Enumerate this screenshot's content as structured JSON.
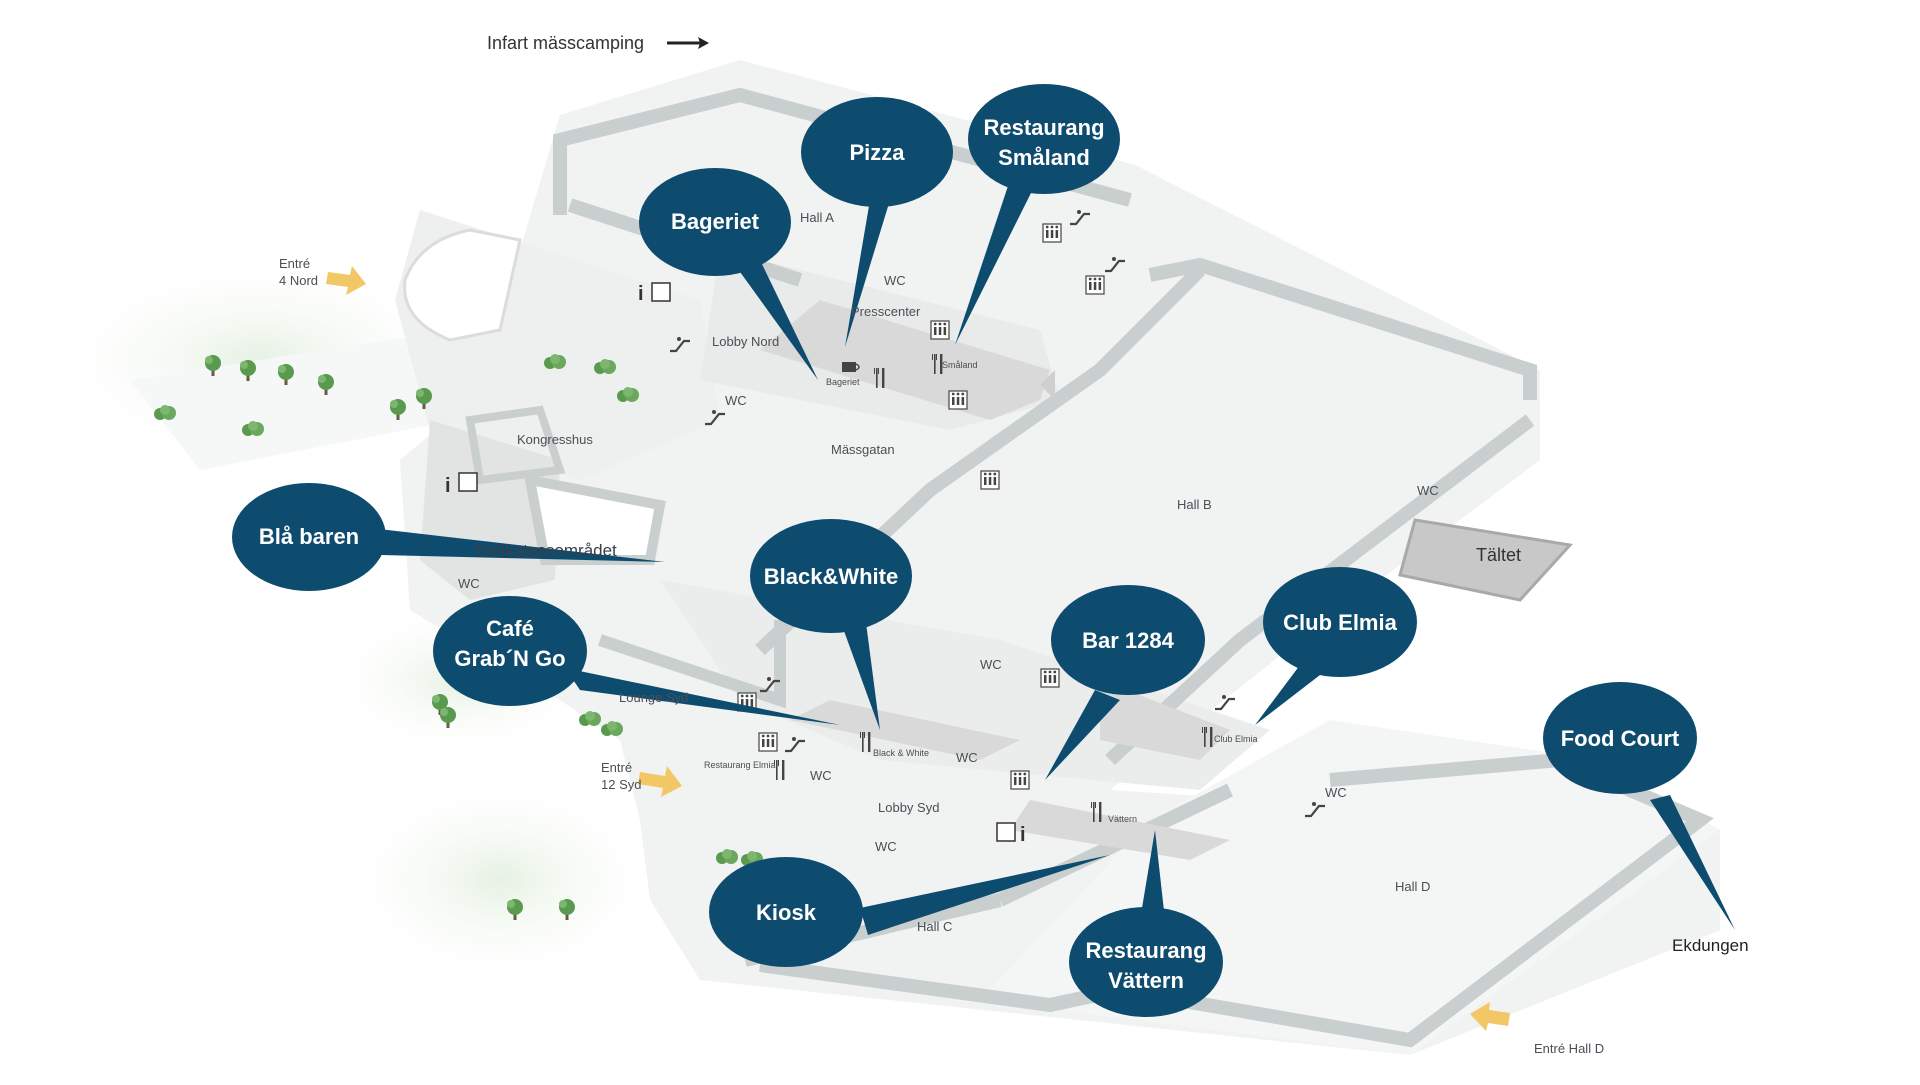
{
  "top_note": "Infart mässcamping",
  "entrances": {
    "nord": [
      "Entré",
      "4 Nord"
    ],
    "syd": [
      "Entré",
      "12 Syd"
    ],
    "hall_d": "Entré Hall D"
  },
  "areas": {
    "hall_a": "Hall A",
    "hall_b": "Hall B",
    "hall_c": "Hall C",
    "hall_d": "Hall D",
    "taltet": "Tältet",
    "lobby_nord": "Lobby Nord",
    "presscenter": "Presscenter",
    "massgatan": "Mässgatan",
    "kongresshus": "Kongresshus",
    "delikatess": "Delikatessområdet",
    "lounge_syd": "Lounge Syd",
    "lobby_syd": "Lobby Syd",
    "ekdungen": "Ekdungen"
  },
  "small_labels": {
    "bageriet": "Bageriet",
    "smaland": "Småland",
    "black_white": "Black & White",
    "restaurang_elmia": "Restaurang Elmia",
    "club_elmia": "Club Elmia",
    "vattern": "Vättern"
  },
  "wc": "WC",
  "callouts": {
    "pizza": [
      "Pizza"
    ],
    "restaurang_smaland": [
      "Restaurang",
      "Småland"
    ],
    "bageriet": [
      "Bageriet"
    ],
    "bla_baren": [
      "Blå baren"
    ],
    "black_white": [
      "Black&White"
    ],
    "cafe_grab": [
      "Café",
      "Grab´N Go"
    ],
    "bar_1284": [
      "Bar 1284"
    ],
    "club_elmia": [
      "Club Elmia"
    ],
    "food_court": [
      "Food Court"
    ],
    "kiosk": [
      "Kiosk"
    ],
    "restaurang_vattern": [
      "Restaurang",
      "Vättern"
    ]
  },
  "icons": {
    "info": "i",
    "elevator": "elevator-icon",
    "escalator": "escalator-icon",
    "restaurant": "restaurant-icon",
    "cafe": "coffee-cup-icon",
    "tree": "tree-icon",
    "arrow": "entrance-arrow-icon"
  },
  "colors": {
    "callout": "#0e4c6f",
    "wall": "#c9cfce",
    "floor": "#f1f2f2",
    "zone": "#d9d9d9",
    "arrow": "#f2c866",
    "tree": "#5a9a4f"
  }
}
